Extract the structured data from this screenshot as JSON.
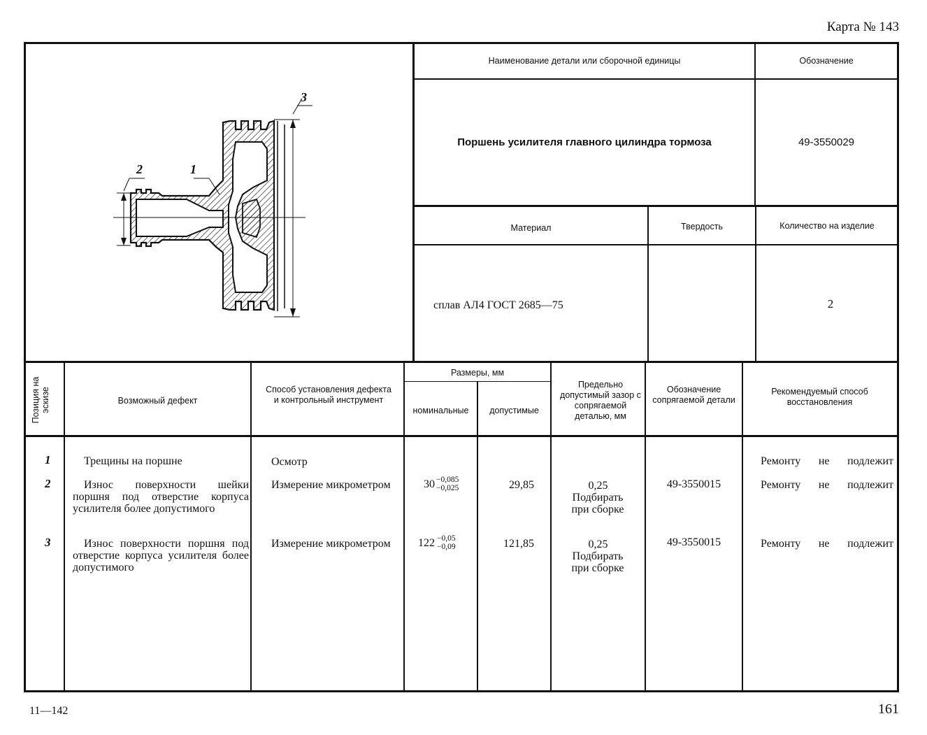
{
  "page": {
    "card_title": "Карта № 143",
    "footer_left": "11—142",
    "page_number": "161"
  },
  "part": {
    "name_header": "Наименование детали или сборочной единицы",
    "designation_header": "Обозначение",
    "name": "Поршень усилителя главного цилиндра тормоза",
    "designation": "49-3550029",
    "material_header": "Материал",
    "hardness_header": "Твердость",
    "quantity_header": "Количество на изделие",
    "material": "сплав АЛ4 ГОСТ 2685—75",
    "hardness": "",
    "quantity": "2"
  },
  "sketch": {
    "callout_1": "1",
    "callout_2": "2",
    "callout_3": "3"
  },
  "table": {
    "headers": {
      "position": "Позиция на эскизе",
      "defect": "Возможный дефект",
      "method": "Способ установления дефекта и контрольный инструмент",
      "sizes": "Размеры, мм",
      "nominal": "номинальные",
      "allowable": "допустимые",
      "clearance": "Предельно допустимый зазор с сопрягаемой деталью, мм",
      "mating": "Обозначение сопрягаемой детали",
      "restore": "Рекомендуемый способ восстановления"
    },
    "rows": [
      {
        "pos": "1",
        "defect": "Трещины на поршне",
        "method": "Осмотр",
        "nominal": "",
        "nominal_upper": "",
        "nominal_lower": "",
        "allowable": "",
        "clearance": "",
        "clearance_note": "",
        "mating": "",
        "restore": "Ремонту не подлежит"
      },
      {
        "pos": "2",
        "defect": "Износ поверхности шейки поршня под отверстие корпуса усилителя более допустимого",
        "method": "Измерение микрометром",
        "nominal": "30",
        "nominal_upper": "−0,085",
        "nominal_lower": "−0,025",
        "allowable": "29,85",
        "clearance": "0,25",
        "clearance_note": "Подбирать при сборке",
        "mating": "49-3550015",
        "restore": "Ремонту не подлежит"
      },
      {
        "pos": "3",
        "defect": "Износ поверхности поршня под отверстие корпуса усилителя более допустимого",
        "method": "Измерение микрометром",
        "nominal": "122",
        "nominal_upper": "−0,05",
        "nominal_lower": "−0,09",
        "allowable": "121,85",
        "clearance": "0,25",
        "clearance_note": "Подбирать при сборке",
        "mating": "49-3550015",
        "restore": "Ремонту не подлежит"
      }
    ]
  }
}
